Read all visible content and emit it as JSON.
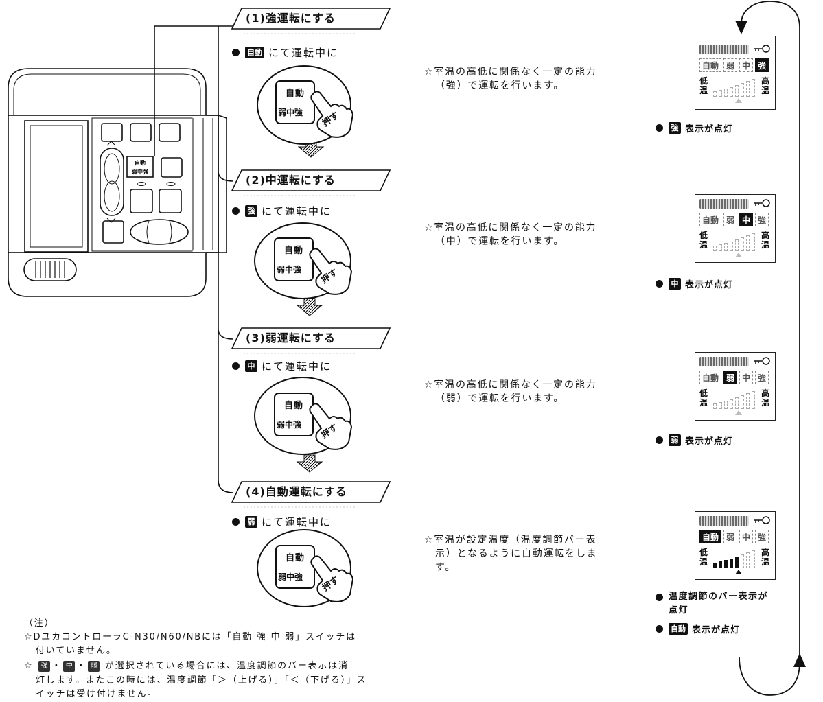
{
  "device": {
    "label_top": "自動",
    "label_bottom": "弱中強"
  },
  "steps": [
    {
      "header": "(1)強運転にする",
      "condition": {
        "icon": "自動",
        "text": "にて運転中に"
      },
      "button": {
        "top": "自動",
        "bottom": "弱中強",
        "press": "押す"
      },
      "description": [
        "☆室温の高低に関係なく一定の能力",
        "（強）で運転を行います。"
      ],
      "display": {
        "cells": [
          "自動",
          "弱",
          "中",
          "強"
        ],
        "active_index": 3,
        "bars_lit": 0,
        "low": "低温",
        "high": "高温"
      },
      "caption": {
        "icon": "強",
        "text": "表示が点灯"
      }
    },
    {
      "header": "(2)中運転にする",
      "condition": {
        "icon": "強",
        "text": "にて運転中に"
      },
      "button": {
        "top": "自動",
        "bottom": "弱中強",
        "press": "押す"
      },
      "description": [
        "☆室温の高低に関係なく一定の能力",
        "（中）で運転を行います。"
      ],
      "display": {
        "cells": [
          "自動",
          "弱",
          "中",
          "強"
        ],
        "active_index": 2,
        "bars_lit": 0,
        "low": "低温",
        "high": "高温"
      },
      "caption": {
        "icon": "中",
        "text": "表示が点灯"
      }
    },
    {
      "header": "(3)弱運転にする",
      "condition": {
        "icon": "中",
        "text": "にて運転中に"
      },
      "button": {
        "top": "自動",
        "bottom": "弱中強",
        "press": "押す"
      },
      "description": [
        "☆室温の高低に関係なく一定の能力",
        "（弱）で運転を行います。"
      ],
      "display": {
        "cells": [
          "自動",
          "弱",
          "中",
          "強"
        ],
        "active_index": 1,
        "bars_lit": 0,
        "low": "低温",
        "high": "高温"
      },
      "caption": {
        "icon": "弱",
        "text": "表示が点灯"
      }
    },
    {
      "header": "(4)自動運転にする",
      "condition": {
        "icon": "弱",
        "text": "にて運転中に"
      },
      "button": {
        "top": "自動",
        "bottom": "弱中強",
        "press": "押す"
      },
      "description": [
        "☆室温が設定温度（温度調節バー表",
        "示）となるように自動運転をしま",
        "す。"
      ],
      "display": {
        "cells": [
          "自動",
          "弱",
          "中",
          "強"
        ],
        "active_index": 0,
        "bars_lit": 5,
        "low": "低温",
        "high": "高温"
      },
      "caption": {
        "extra": [
          "温度調節のバー表示が",
          "点灯"
        ],
        "icon": "自動",
        "text": "表示が点灯"
      }
    }
  ],
  "note": {
    "label": "（注）",
    "line1": "☆DユカコントローラC-N30/N60/NBには「自動 強 中 弱」スイッチは",
    "line2": "付いていません。",
    "line3_prefix": "☆",
    "line3_icons": [
      "強",
      "中",
      "弱"
    ],
    "line3_sep": "・",
    "line3": "が選択されている場合には、温度調節のバー表示は消",
    "line4": "灯します。またこの時には、温度調節「＞（上げる）」「＜（下げる）」ス",
    "line5": "イッチは受け付けません。"
  },
  "colors": {
    "ink": "#111111",
    "paper": "#ffffff",
    "hatch": "#000000"
  }
}
